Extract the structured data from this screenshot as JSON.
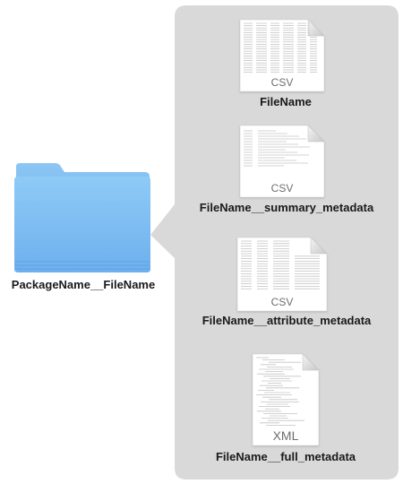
{
  "package": {
    "folder_icon": "folder-icon",
    "label": "PackageName__FileName",
    "folder_color": "#74b3ee"
  },
  "contents": {
    "panel_color": "#d9d9d9",
    "files": [
      {
        "name": "FileName",
        "type": "CSV",
        "icon": "csv-document-icon"
      },
      {
        "name": "FileName__summary_metadata",
        "type": "CSV",
        "icon": "csv-document-icon"
      },
      {
        "name": "FileName__attribute_metadata",
        "type": "CSV",
        "icon": "csv-document-icon"
      },
      {
        "name": "FileName__full_metadata",
        "type": "XML",
        "icon": "xml-document-icon"
      }
    ]
  }
}
